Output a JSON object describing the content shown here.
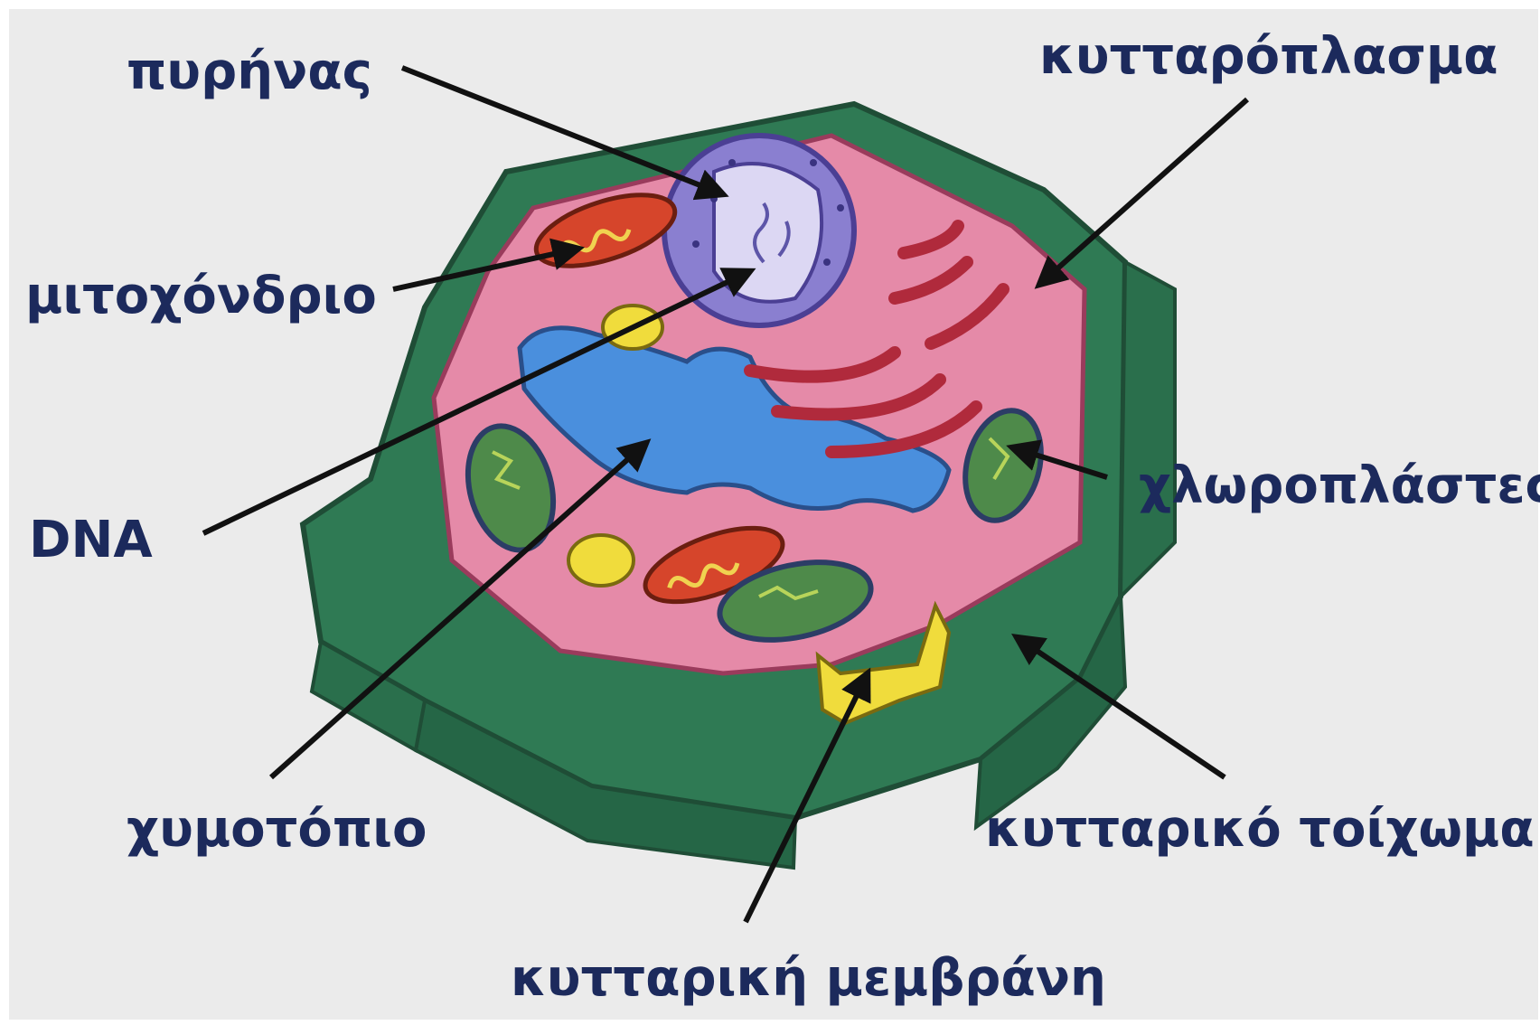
{
  "labels": {
    "nucleus": "πυρήνας",
    "cytoplasm": "κυτταρόπλασμα",
    "mitochondrion": "μιτοχόνδριο",
    "dna": "DNA",
    "chloroplasts": "χλωροπλάστες",
    "vacuole": "χυμοτόπιο",
    "cell_wall": "κυτταρικό τοίχωμα",
    "cell_membrane": "κυτταρική μεμβράνη"
  },
  "colors": {
    "background": "#ebebeb",
    "label_text": "#1c2a5c",
    "cell_wall": "#2f7a54",
    "cytoplasm": "#e58aa8",
    "vacuole": "#4a8fdd",
    "nucleus": "#8a7fd0",
    "mitochondria": "#d6452b",
    "chloroplasts": "#4e8a4a",
    "membrane_gap": "#f0dc3c",
    "arrows": "#111111"
  }
}
